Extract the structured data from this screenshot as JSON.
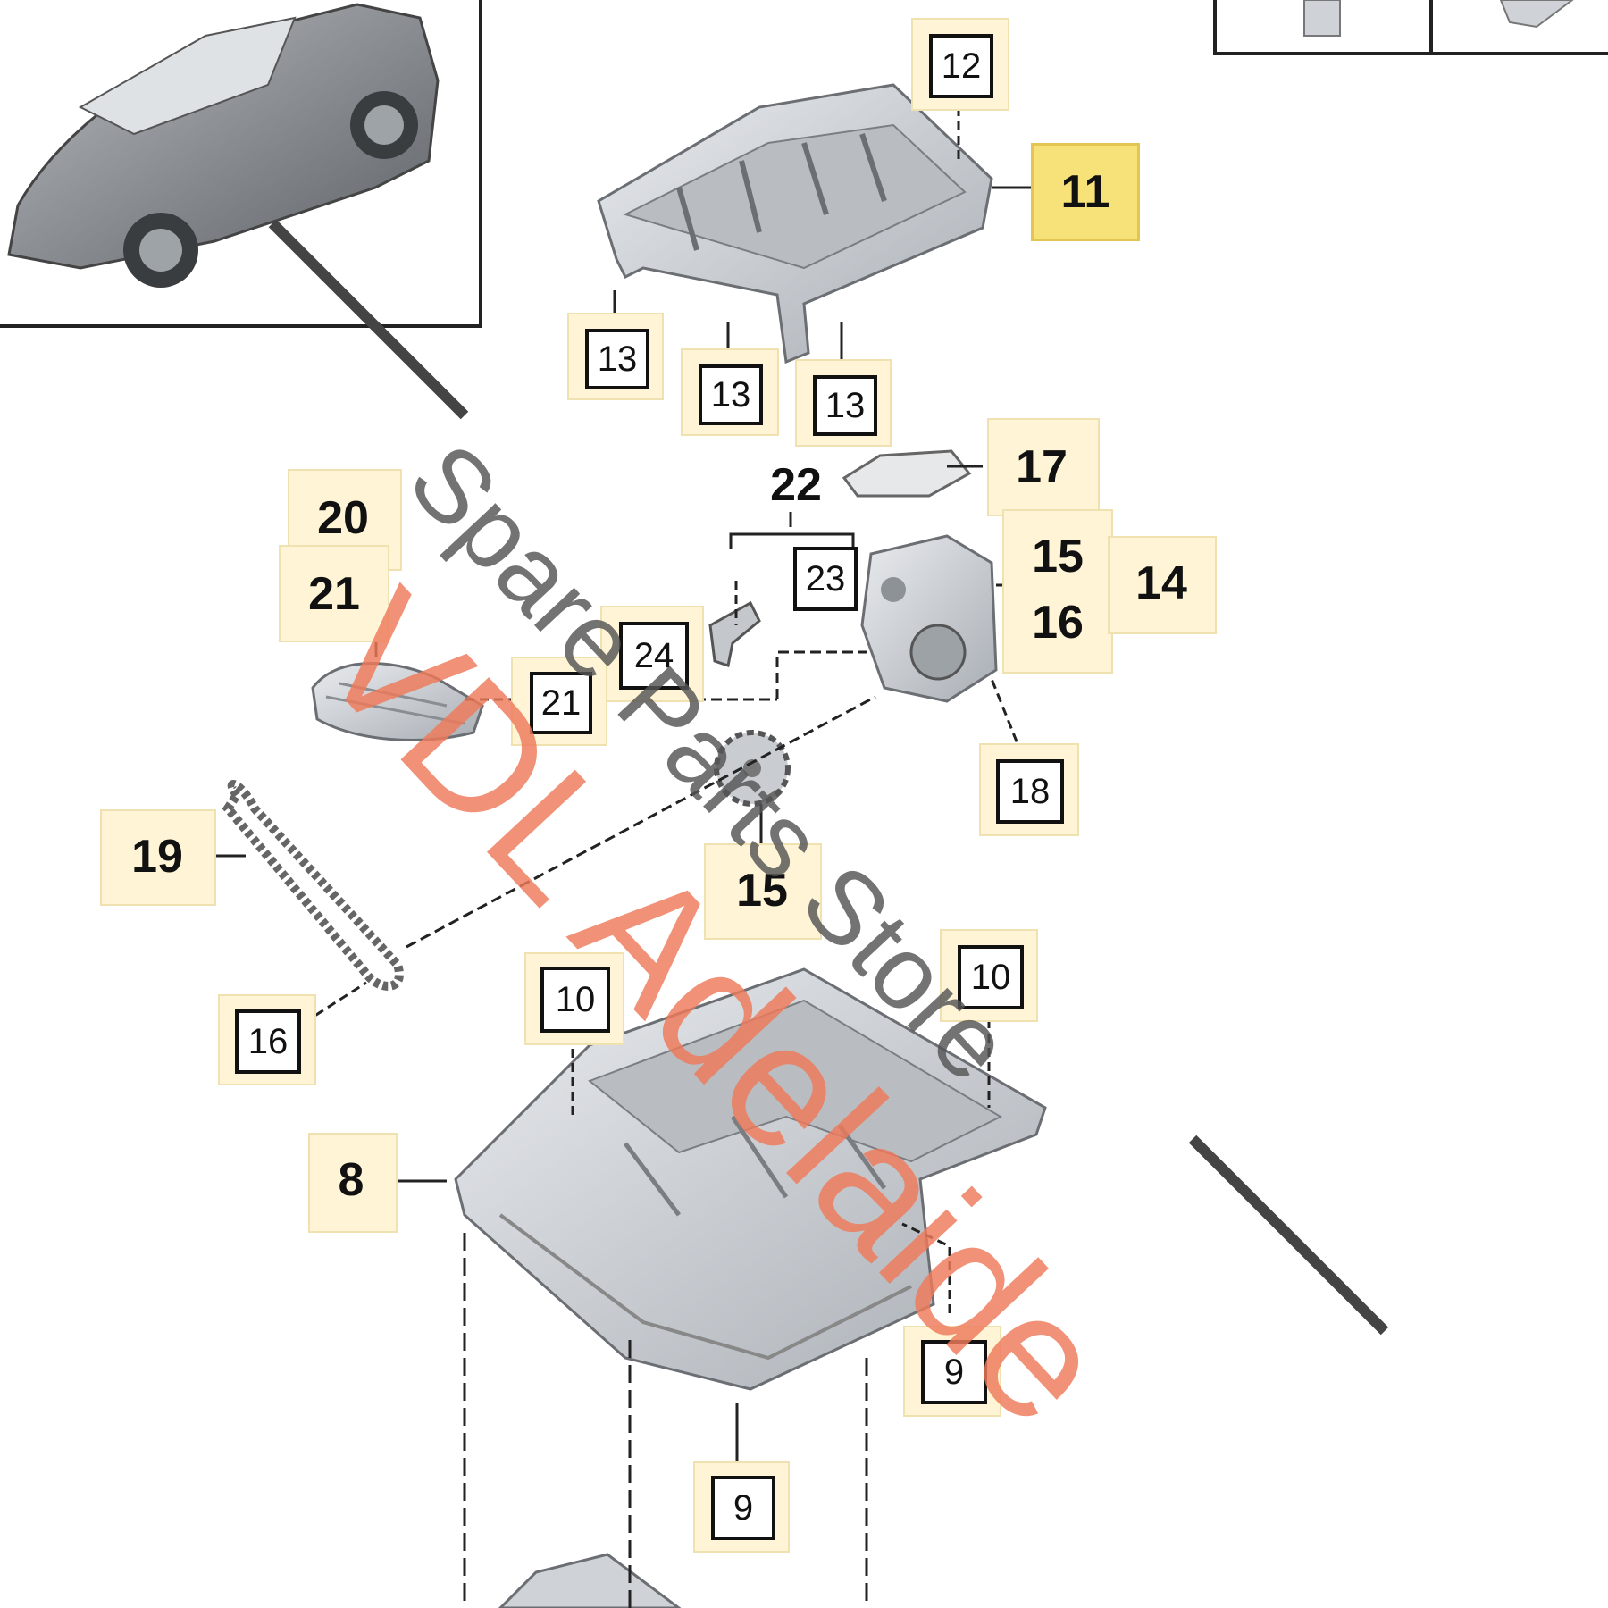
{
  "callouts": {
    "c12": "12",
    "c11": "11",
    "c13a": "13",
    "c13b": "13",
    "c13c": "13",
    "c17": "17",
    "c22": "22",
    "c20": "20",
    "c21a": "21",
    "c23": "23",
    "c15a": "15",
    "c14": "14",
    "c16a": "16",
    "c24": "24",
    "c21b": "21",
    "c18": "18",
    "c19": "19",
    "c15b": "15",
    "c10a": "10",
    "c10b": "10",
    "c16b": "16",
    "c8": "8",
    "c9a": "9",
    "c9b": "9"
  },
  "watermark": {
    "brand": "VDL Adelaide",
    "tagline": "Spare Parts Store"
  },
  "colors": {
    "highlight": "#f7e27a",
    "watermark_brand": "#ef7a5a",
    "watermark_tagline": "#555555",
    "part_fill": "#cfd2d6",
    "part_stroke": "#6b6f74"
  }
}
